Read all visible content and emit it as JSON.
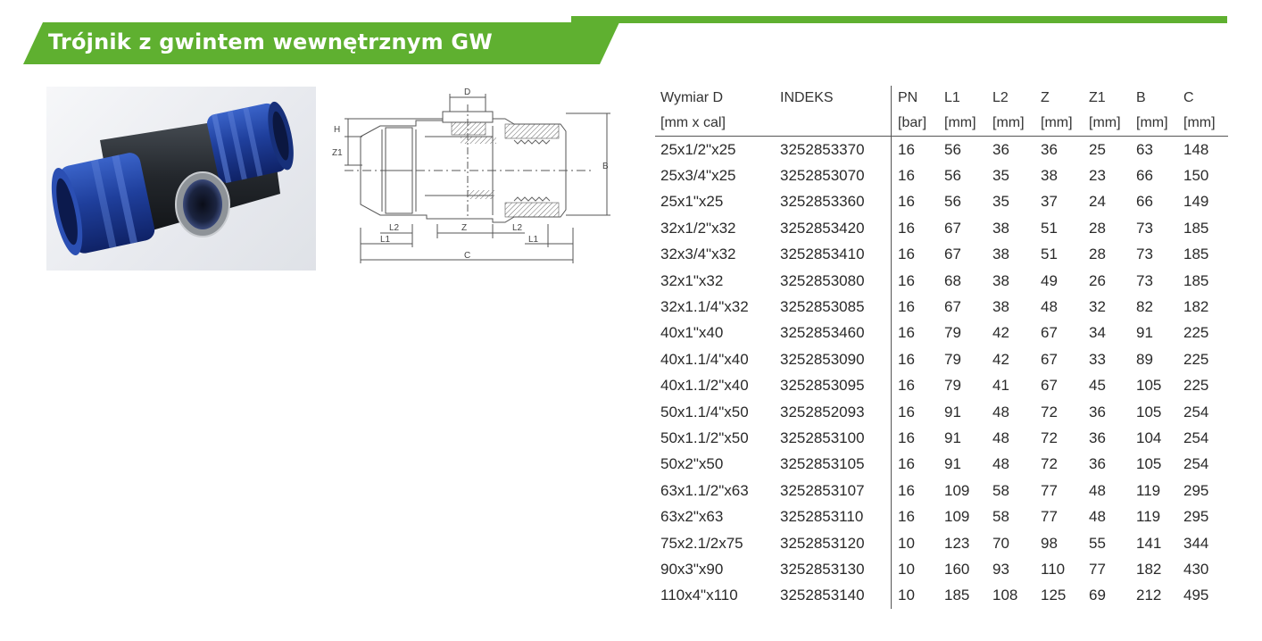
{
  "header": {
    "title": "Trójnik z gwintem wewnętrznym GW",
    "accent_color": "#5fb030"
  },
  "drawing": {
    "labels": {
      "d": "D",
      "h": "H",
      "z1": "Z1",
      "b": "B",
      "l2_left": "L2",
      "z": "Z",
      "l2_right": "L2",
      "l1_left": "L1",
      "l1_right": "L1",
      "c": "C"
    }
  },
  "table": {
    "headers": [
      "Wymiar D",
      "INDEKS",
      "PN",
      "L1",
      "L2",
      "Z",
      "Z1",
      "B",
      "C"
    ],
    "units": [
      "[mm x cal]",
      "",
      "[bar]",
      "[mm]",
      "[mm]",
      "[mm]",
      "[mm]",
      "[mm]",
      "[mm]"
    ],
    "rows": [
      [
        "25x1/2\"x25",
        "3252853370",
        "16",
        "56",
        "36",
        "36",
        "25",
        "63",
        "148"
      ],
      [
        "25x3/4\"x25",
        "3252853070",
        "16",
        "56",
        "35",
        "38",
        "23",
        "66",
        "150"
      ],
      [
        "25x1\"x25",
        "3252853360",
        "16",
        "56",
        "35",
        "37",
        "24",
        "66",
        "149"
      ],
      [
        "32x1/2\"x32",
        "3252853420",
        "16",
        "67",
        "38",
        "51",
        "28",
        "73",
        "185"
      ],
      [
        "32x3/4\"x32",
        "3252853410",
        "16",
        "67",
        "38",
        "51",
        "28",
        "73",
        "185"
      ],
      [
        "32x1\"x32",
        "3252853080",
        "16",
        "68",
        "38",
        "49",
        "26",
        "73",
        "185"
      ],
      [
        "32x1.1/4\"x32",
        "3252853085",
        "16",
        "67",
        "38",
        "48",
        "32",
        "82",
        "182"
      ],
      [
        "40x1\"x40",
        "3252853460",
        "16",
        "79",
        "42",
        "67",
        "34",
        "91",
        "225"
      ],
      [
        "40x1.1/4\"x40",
        "3252853090",
        "16",
        "79",
        "42",
        "67",
        "33",
        "89",
        "225"
      ],
      [
        "40x1.1/2\"x40",
        "3252853095",
        "16",
        "79",
        "41",
        "67",
        "45",
        "105",
        "225"
      ],
      [
        "50x1.1/4\"x50",
        "3252852093",
        "16",
        "91",
        "48",
        "72",
        "36",
        "105",
        "254"
      ],
      [
        "50x1.1/2\"x50",
        "3252853100",
        "16",
        "91",
        "48",
        "72",
        "36",
        "104",
        "254"
      ],
      [
        "50x2\"x50",
        "3252853105",
        "16",
        "91",
        "48",
        "72",
        "36",
        "105",
        "254"
      ],
      [
        "63x1.1/2\"x63",
        "3252853107",
        "16",
        "109",
        "58",
        "77",
        "48",
        "119",
        "295"
      ],
      [
        "63x2\"x63",
        "3252853110",
        "16",
        "109",
        "58",
        "77",
        "48",
        "119",
        "295"
      ],
      [
        "75x2.1/2x75",
        "3252853120",
        "10",
        "123",
        "70",
        "98",
        "55",
        "141",
        "344"
      ],
      [
        "90x3\"x90",
        "3252853130",
        "10",
        "160",
        "93",
        "110",
        "77",
        "182",
        "430"
      ],
      [
        "110x4\"x110",
        "3252853140",
        "10",
        "185",
        "108",
        "125",
        "69",
        "212",
        "495"
      ]
    ]
  }
}
